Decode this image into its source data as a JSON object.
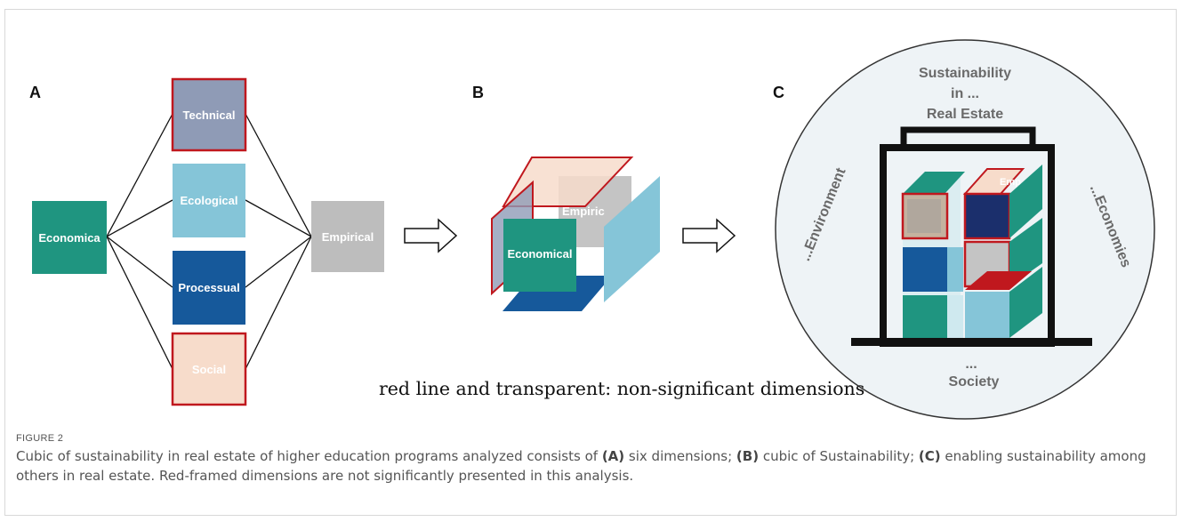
{
  "panels": {
    "a": "A",
    "b": "B",
    "c": "C"
  },
  "panel_a": {
    "left_box": "Economica",
    "middle_boxes": [
      "Technical",
      "Ecological",
      "Processual",
      "Social"
    ],
    "right_box": "Empirical"
  },
  "panel_b": {
    "front_face": "Economical",
    "back_face": "Empiric"
  },
  "panel_c": {
    "title_line1": "Sustainability",
    "title_line2": "in ...",
    "title_line3": "Real Estate",
    "left_arc": "...Environment",
    "right_arc": "...Economies",
    "bottom_dots": "...",
    "bottom_label": "Society",
    "cube_label": "Emp"
  },
  "note": "red line and transparent: non-significant dimensions",
  "caption": {
    "label": "FIGURE 2",
    "part1": "Cubic of sustainability in real estate of higher education programs analyzed consists of ",
    "a": "(A)",
    "part2": " six dimensions; ",
    "b": "(B)",
    "part3": " cubic of Sustainability; ",
    "c": "(C)",
    "part4": " enabling sustainability among others in real estate. Red-framed dimensions are not significantly presented in this analysis."
  },
  "colors": {
    "teal": "#1f9580",
    "technical": "#8f9bb6",
    "ecological": "#85c5d8",
    "processual": "#16599b",
    "social": "#f7dccb",
    "empirical": "#bdbdbd",
    "red": "#c0181e"
  }
}
